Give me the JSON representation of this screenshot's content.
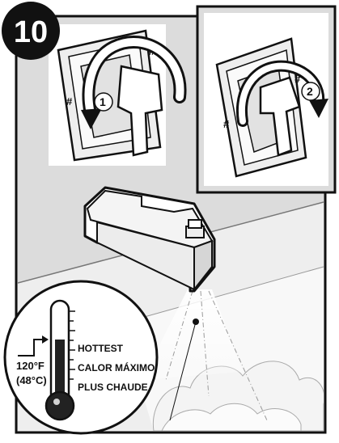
{
  "step": {
    "number": "10"
  },
  "callouts": {
    "turn_1": "1",
    "turn_2": "2",
    "handle_mark": "#"
  },
  "thermometer": {
    "temp_f": "120°F",
    "temp_c": "(48°C)",
    "label_en": "HOTTEST",
    "label_es": "CALOR MÁXIMO",
    "label_fr": "PLUS CHAUDE"
  },
  "colors": {
    "ink": "#111111",
    "panel_bg": "#d9d9d9",
    "scene_bg": "#ececec",
    "wall_light": "#f7f7f7"
  }
}
